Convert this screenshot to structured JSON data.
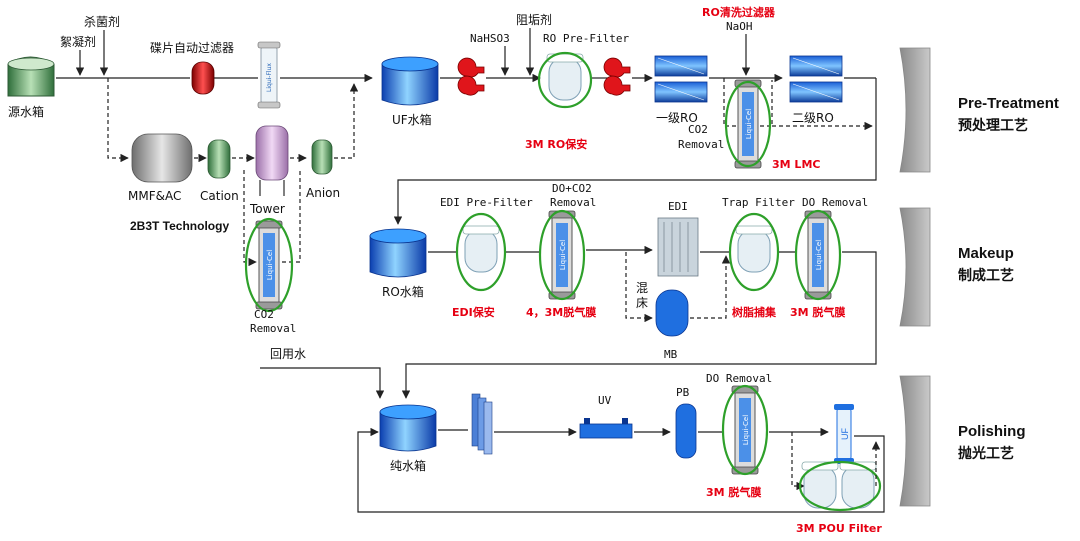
{
  "labels": {
    "source_tank": "源水箱",
    "flocculant": "絮凝剂",
    "bactericide": "杀菌剂",
    "disc_filter": "碟片自动过滤器",
    "mmf_ac": "MMF&AC",
    "cation": "Cation",
    "tower": "Tower",
    "anion": "Anion",
    "tech_2b3t": "2B3T Technology",
    "co2_removal_left_1": "CO2",
    "co2_removal_left_2": "Removal",
    "uf_tank": "UF水箱",
    "nahso3": "NaHSO3",
    "antiscalant": "阻垢剂",
    "ro_prefilter": "RO Pre-Filter",
    "ro_3m_guard": "3M RO保安",
    "ro_clean_filter": "RO清洗过滤器",
    "naoh": "NaOH",
    "ro_stage1": "一级RO",
    "co2_removal_mid_1": "CO2",
    "co2_removal_mid_2": "Removal",
    "ro_stage2": "二级RO",
    "lmc_3m": "3M LMC",
    "ro_tank": "RO水箱",
    "edi_prefilter": "EDI Pre-Filter",
    "edi_guard": "EDI保安",
    "do_co2_removal_1": "DO+CO2",
    "do_co2_removal_2": "Removal",
    "degas_4_3m": "4，3M脱气膜",
    "edi": "EDI",
    "mixed_bed_1": "混",
    "mixed_bed_2": "床",
    "mb": "MB",
    "trap_filter": "Trap Filter",
    "resin_trap": "树脂捕集",
    "do_removal_makeup": "DO Removal",
    "degas_3m_makeup": "3M 脱气膜",
    "reuse_water": "回用水",
    "pure_tank": "纯水箱",
    "uv": "UV",
    "pb": "PB",
    "do_removal_polish": "DO Removal",
    "degas_3m_polish": "3M 脱气膜",
    "uf": "UF",
    "pou_filter": "3M POU Filter",
    "membrane_text": "Liqui-Cel",
    "disc_text": "Liqui-Flux"
  },
  "stages": [
    {
      "en": "Pre-Treatment",
      "cn": "预处理工艺"
    },
    {
      "en": "Makeup",
      "cn": "制成工艺"
    },
    {
      "en": "Polishing",
      "cn": "抛光工艺"
    }
  ],
  "colors": {
    "highlight_ring": "#2ea02a",
    "callout_red": "#e60012",
    "tank_blue": "#1f6fe0",
    "stage_bracket": "#a9a9a9"
  }
}
